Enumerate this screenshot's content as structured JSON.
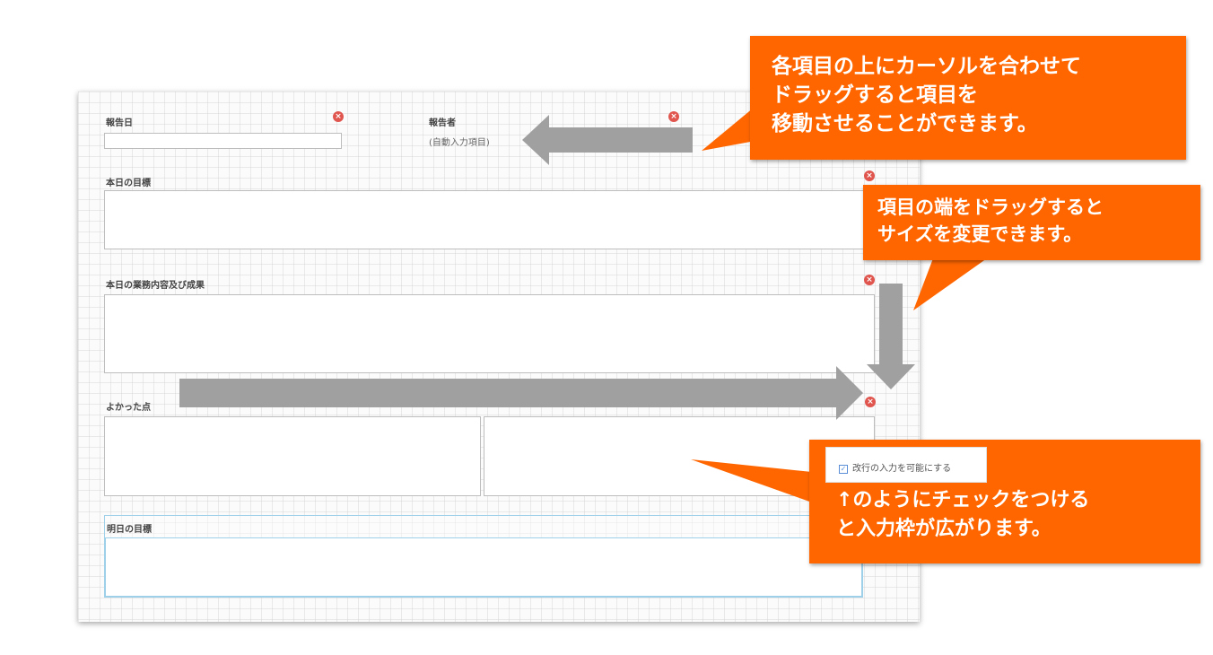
{
  "form": {
    "report_date_label": "報告日",
    "reporter_label": "報告者",
    "reporter_value": "(自動入力項目)",
    "today_goal_label": "本日の目標",
    "today_work_label": "本日の業務内容及び成果",
    "good_points_label": "よかった点",
    "tomorrow_goal_label": "明日の目標",
    "delete_icon_glyph": "×"
  },
  "callouts": {
    "drag_move": {
      "lines": [
        "各項目の上にカーソルを合わせて",
        "ドラッグすると項目を",
        "移動させることができます。"
      ]
    },
    "resize": {
      "lines": [
        "項目の端をドラッグすると",
        "サイズを変更できます。"
      ]
    },
    "linebreak": {
      "checkbox_label": "改行の入力を可能にする",
      "lines": [
        "↑のようにチェックをつける",
        "と入力枠が広がります。"
      ]
    }
  },
  "colors": {
    "callout_bg": "#ff6600",
    "arrow": "#a0a0a0",
    "delete_icon": "#e0564f",
    "active_border": "#9fd0ea"
  }
}
